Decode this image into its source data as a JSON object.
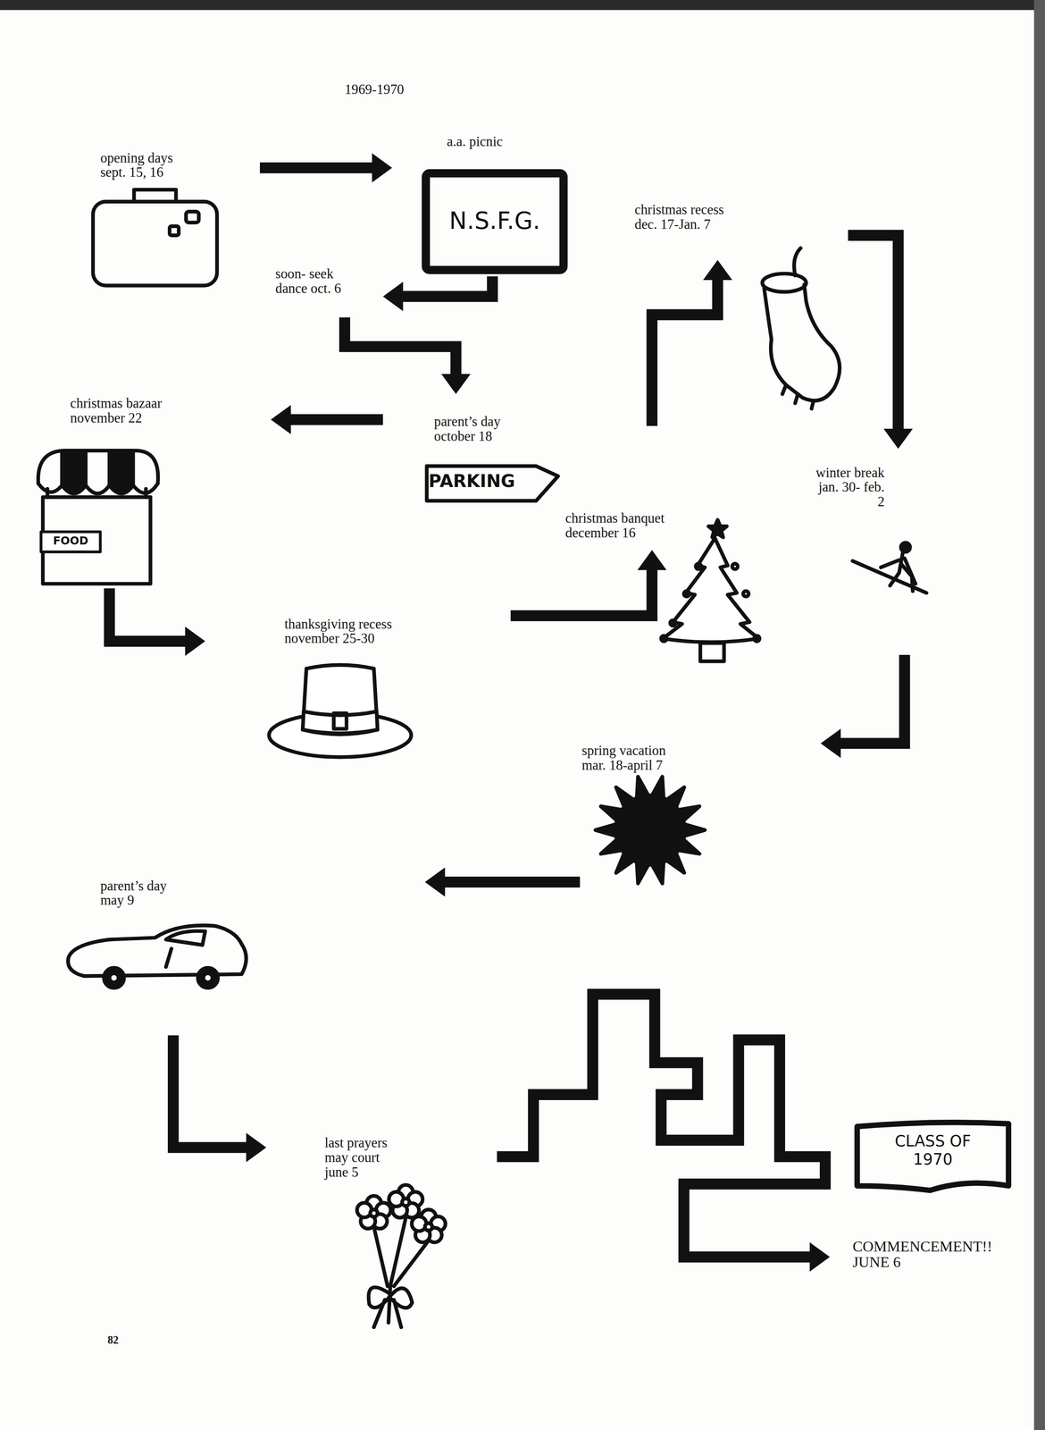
{
  "diagram": {
    "title": "1969-1970",
    "nodes": [
      {
        "text": [
          "opening days sept. 15, 16"
        ]
      },
      {
        "text": [
          "a.a. picnic",
          "N.S.F.G."
        ]
      },
      {
        "text": [
          "soon- seek dance oct. 6"
        ]
      },
      {
        "text": [
          "parent’s day october 18",
          "PARKING"
        ]
      },
      {
        "text": [
          "christmas bazaar november 22",
          "FOOD"
        ]
      },
      {
        "text": [
          "thanksgiving recess november 25-30"
        ]
      },
      {
        "text": [
          "christmas banquet december 16"
        ]
      },
      {
        "text": [
          "christmas recess dec. 17-Jan. 7"
        ]
      },
      {
        "text": [
          "winter break jan. 30- feb. 2"
        ]
      },
      {
        "text": [
          "spring vacation mar. 18-april 7"
        ]
      },
      {
        "text": [
          "parent’s day may 9"
        ]
      },
      {
        "text": [
          "last prayers may court june 5"
        ]
      },
      {
        "text": [
          "CLASS OF 1970",
          "COMMENCEMENT!! JUNE 6"
        ]
      }
    ],
    "edges": [
      {
        "from": 0,
        "to": 1,
        "arrow": "to"
      },
      {
        "from": 1,
        "to": 2,
        "arrow": "to"
      },
      {
        "from": 2,
        "to": 3,
        "arrow": "to"
      },
      {
        "from": 3,
        "to": 4,
        "arrow": "to"
      },
      {
        "from": 4,
        "to": 5,
        "arrow": "to"
      },
      {
        "from": 5,
        "to": 6,
        "arrow": "to"
      },
      {
        "from": 6,
        "to": 7,
        "arrow": "to"
      },
      {
        "from": 7,
        "to": 8,
        "arrow": "to"
      },
      {
        "from": 8,
        "to": 9,
        "arrow": "to"
      },
      {
        "from": 9,
        "to": 10,
        "arrow": "to"
      },
      {
        "from": 10,
        "to": 11,
        "arrow": "to"
      },
      {
        "from": 11,
        "to": 12,
        "arrow": "to"
      }
    ],
    "labels": [
      "82"
    ]
  }
}
